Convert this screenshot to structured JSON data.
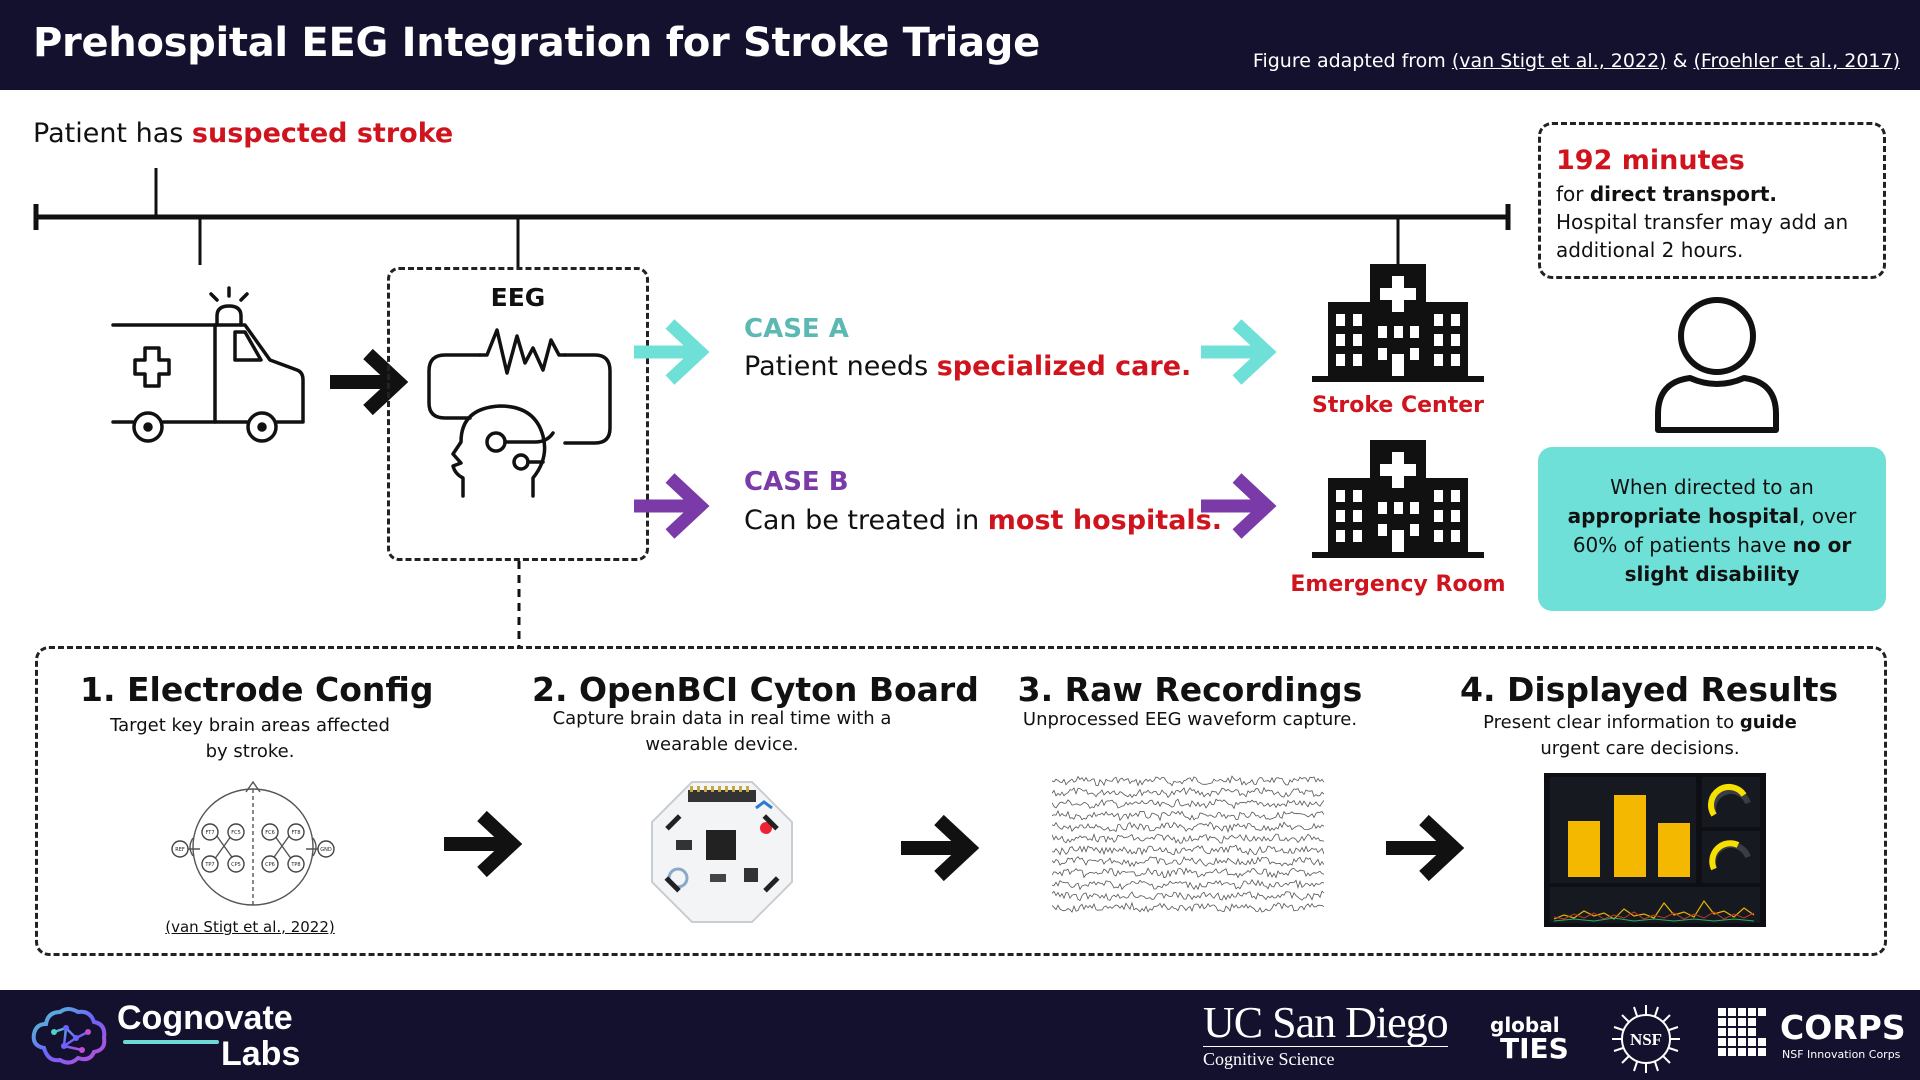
{
  "header": {
    "title": "Prehospital EEG Integration for Stroke Triage",
    "adapted_prefix": "Figure adapted from ",
    "citation_1": "(van Stigt et al., 2022)",
    "adapted_and": " & ",
    "citation_2": "(Froehler et al., 2017)"
  },
  "timeline": {
    "patient_prefix": "Patient has ",
    "patient_highlight": "suspected stroke"
  },
  "eeg": {
    "label": "EEG"
  },
  "case_a": {
    "label": "CASE A",
    "text_prefix": "Patient needs ",
    "text_highlight": "specialized care.",
    "color": "#6fe0d8"
  },
  "case_b": {
    "label": "CASE B",
    "text_prefix": "Can be treated in ",
    "text_highlight": "most hospitals.",
    "color": "#7a3aa8"
  },
  "destinations": {
    "stroke_center": "Stroke Center",
    "emergency_room": "Emergency Room"
  },
  "transport": {
    "minutes": "192 minutes",
    "line1_prefix": "for ",
    "line1_bold": "direct transport.",
    "line2": "Hospital transfer may add an",
    "line3": "additional 2 hours."
  },
  "outcome": {
    "line1": "When directed to an",
    "line2_bold": "appropriate hospital",
    "line2_rest": ", over",
    "line3_prefix": "60% of patients have ",
    "line3_bold": "no or",
    "line4_bold": "slight disability"
  },
  "steps": [
    {
      "title": "1. Electrode Config",
      "desc1": "Target key brain areas affected",
      "desc2": "by stroke.",
      "citation": "(van Stigt et al., 2022)"
    },
    {
      "title": "2. OpenBCI Cyton Board",
      "desc1": "Capture brain data in real time with a",
      "desc2": "wearable device."
    },
    {
      "title": "3. Raw Recordings",
      "desc1": "Unprocessed EEG waveform capture."
    },
    {
      "title": "4. Displayed Results",
      "desc1_prefix": "Present clear information to ",
      "desc1_bold": "guide",
      "desc2": "urgent care decisions."
    }
  ],
  "electrodes": [
    "FT7",
    "FC5",
    "TP7",
    "CP5",
    "FC6",
    "FT8",
    "CP6",
    "TP8",
    "REF",
    "GND"
  ],
  "footer": {
    "brand_line1": "Cognovate",
    "brand_line2": "Labs",
    "ucsd_name": "UC San Diego",
    "ucsd_dept": "Cognitive Science",
    "ties_1": "global",
    "ties_2": "TIES",
    "nsf": "NSF",
    "corps": "CORPS",
    "corps_sub": "NSF Innovation Corps"
  },
  "colors": {
    "header_bg": "#14112e",
    "accent_red": "#d0141e",
    "teal": "#6fe0d8",
    "purple": "#7a3aa8"
  },
  "icons": [
    "ambulance-icon",
    "eeg-head-icon",
    "hospital-icon",
    "person-icon",
    "arrow-right-icon"
  ]
}
